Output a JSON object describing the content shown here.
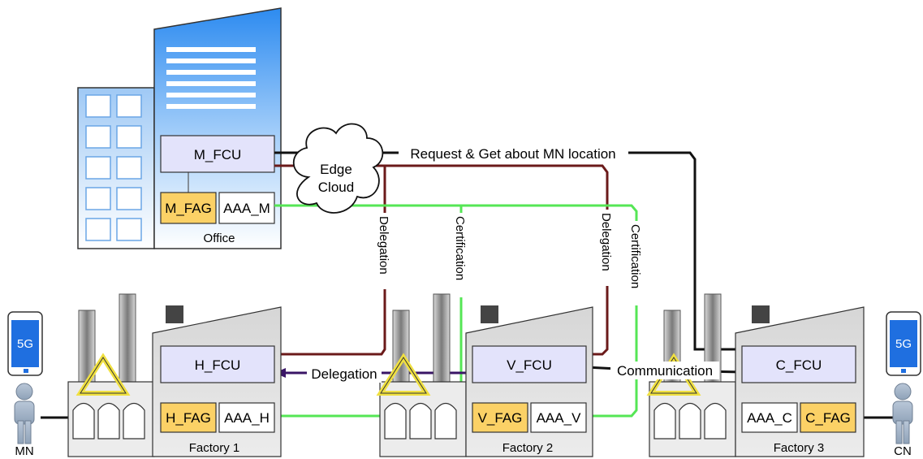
{
  "office": {
    "label": "Office",
    "fcu": "M_FCU",
    "fag": "M_FAG",
    "aaa": "AAA_M"
  },
  "cloud": {
    "line1": "Edge",
    "line2": "Cloud"
  },
  "factories": {
    "f1": {
      "label": "Factory 1",
      "fcu": "H_FCU",
      "fag": "H_FAG",
      "aaa": "AAA_H"
    },
    "f2": {
      "label": "Factory 2",
      "fcu": "V_FCU",
      "fag": "V_FAG",
      "aaa": "AAA_V"
    },
    "f3": {
      "label": "Factory 3",
      "fcu": "C_FCU",
      "fag": "C_FAG",
      "aaa": "AAA_C"
    }
  },
  "links": {
    "request": "Request & Get about MN location",
    "delegation_left": "Delegation",
    "certification_left": "Certification",
    "delegation_right": "Delegation",
    "certification_right": "Certification",
    "delegation_horizontal": "Delegation",
    "communication": "Communication"
  },
  "devices": {
    "left_phone": "5G",
    "right_phone": "5G",
    "left_node": "MN",
    "right_node": "CN"
  },
  "colors": {
    "fcu_fill": "#e3e3fb",
    "fag_fill": "#fbd166",
    "delegation": "#6b1a1a",
    "certification": "#55e655",
    "horizontal_delegation": "#3a1566",
    "black_link": "#111111",
    "phone_blue": "#1f6fe0"
  }
}
